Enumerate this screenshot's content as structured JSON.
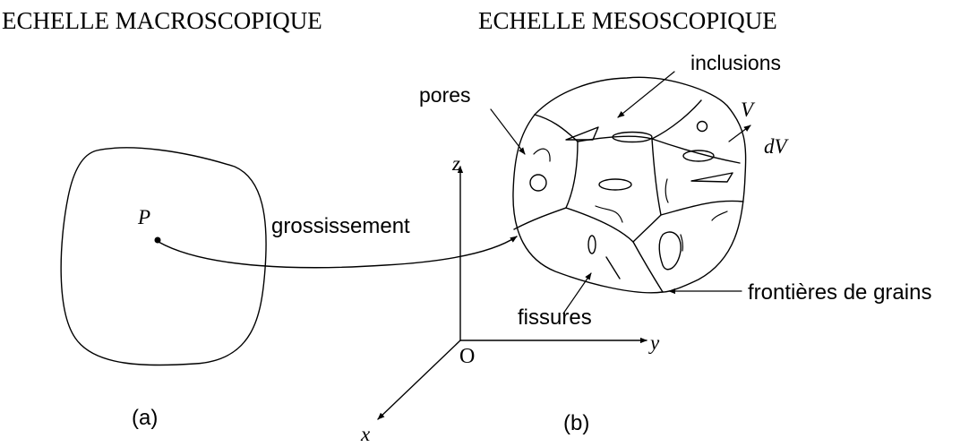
{
  "headings": {
    "macro": "ECHELLE MACROSCOPIQUE",
    "meso": "ECHELLE MESOSCOPIQUE"
  },
  "labels": {
    "point": "P",
    "magnification": "grossissement",
    "pores": "pores",
    "inclusions": "inclusions",
    "volume": "V",
    "volume_element": "dV",
    "cracks": "fissures",
    "grain_boundaries": "frontières de grains"
  },
  "axes": {
    "z": "z",
    "y": "y",
    "x": "x",
    "origin": "O"
  },
  "captions": {
    "a": "(a)",
    "b": "(b)"
  }
}
